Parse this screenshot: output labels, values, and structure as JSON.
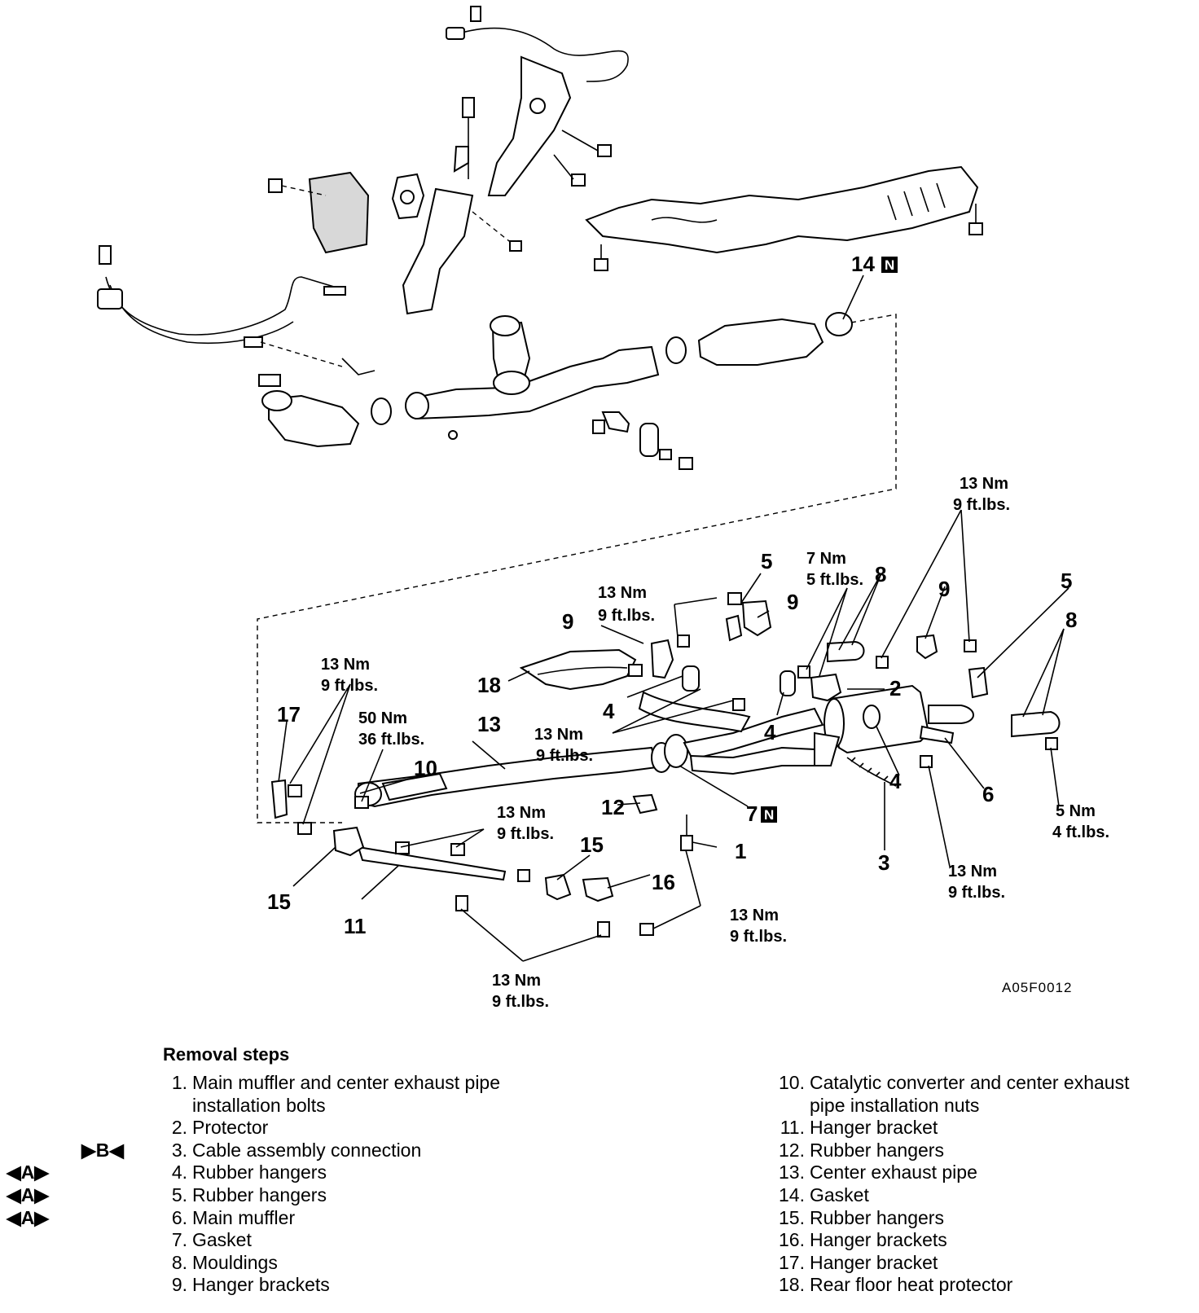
{
  "diagram": {
    "figure_code": "A05F0012",
    "callouts": {
      "c1": "1",
      "c2": "2",
      "c3": "3",
      "c4a": "4",
      "c4b": "4",
      "c4c": "4",
      "c5a": "5",
      "c5b": "5",
      "c6": "6",
      "c7": "7",
      "c8a": "8",
      "c8b": "8",
      "c9a": "9",
      "c9b": "9",
      "c9c": "9",
      "c10": "10",
      "c11": "11",
      "c12": "12",
      "c13": "13",
      "c14": "14",
      "c15a": "15",
      "c15b": "15",
      "c16": "16",
      "c17": "17",
      "c18": "18"
    },
    "badge_letter": "N",
    "torque_13nm": "13 Nm",
    "torque_9ftlbs": "9 ft.lbs.",
    "torque_7nm": "7 Nm",
    "torque_5ftlbs": "5 ft.lbs.",
    "torque_50nm": "50 Nm",
    "torque_36ftlbs": "36 ft.lbs.",
    "torque_5nm": "5 Nm",
    "torque_4ftlbs": "4 ft.lbs."
  },
  "removal": {
    "title": "Removal steps",
    "steps_left": [
      {
        "num": "1.",
        "label": "Main muffler and center exhaust pipe",
        "label2": "installation bolts",
        "mark": ""
      },
      {
        "num": "2.",
        "label": "Protector",
        "mark": ""
      },
      {
        "num": "3.",
        "label": "Cable assembly connection",
        "mark": "▶B◀"
      },
      {
        "num": "4.",
        "label": "Rubber hangers",
        "mark": "◀A▶"
      },
      {
        "num": "5.",
        "label": "Rubber hangers",
        "mark": "◀A▶"
      },
      {
        "num": "6.",
        "label": "Main muffler",
        "mark": "◀A▶"
      },
      {
        "num": "7.",
        "label": "Gasket",
        "mark": ""
      },
      {
        "num": "8.",
        "label": "Mouldings",
        "mark": ""
      },
      {
        "num": "9.",
        "label": "Hanger brackets",
        "mark": ""
      }
    ],
    "steps_right": [
      {
        "num": "10.",
        "label": "Catalytic converter and center exhaust",
        "label2": "pipe installation nuts"
      },
      {
        "num": "11.",
        "label": "Hanger bracket"
      },
      {
        "num": "12.",
        "label": "Rubber hangers"
      },
      {
        "num": "13.",
        "label": "Center exhaust pipe"
      },
      {
        "num": "14.",
        "label": "Gasket"
      },
      {
        "num": "15.",
        "label": "Rubber hangers"
      },
      {
        "num": "16.",
        "label": "Hanger brackets"
      },
      {
        "num": "17.",
        "label": "Hanger bracket"
      },
      {
        "num": "18.",
        "label": "Rear floor heat protector"
      }
    ]
  }
}
